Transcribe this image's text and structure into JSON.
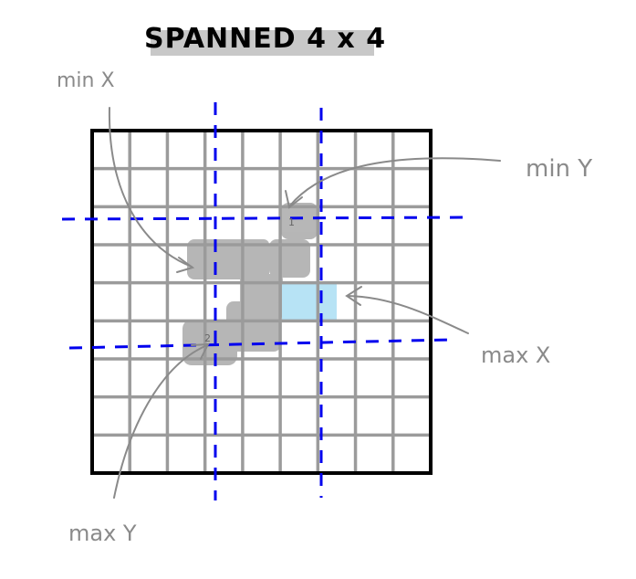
{
  "title": "SPANNED  4 x 4",
  "labels": {
    "min_x": "min X",
    "min_y": "min Y",
    "max_x": "max X",
    "max_y": "max Y",
    "cell_marker_1": "1",
    "cell_marker_2": "2"
  },
  "grid": {
    "rows": 9,
    "cols": 9
  },
  "colors": {
    "grid_line": "#9b9b9b",
    "border": "#000000",
    "dashed_bounds": "#0000ee",
    "highlight": "#b3b3b3",
    "target_cell": "#b7e3f5",
    "title_bar": "#c8c8c8",
    "annotation": "#8a8a8a"
  }
}
